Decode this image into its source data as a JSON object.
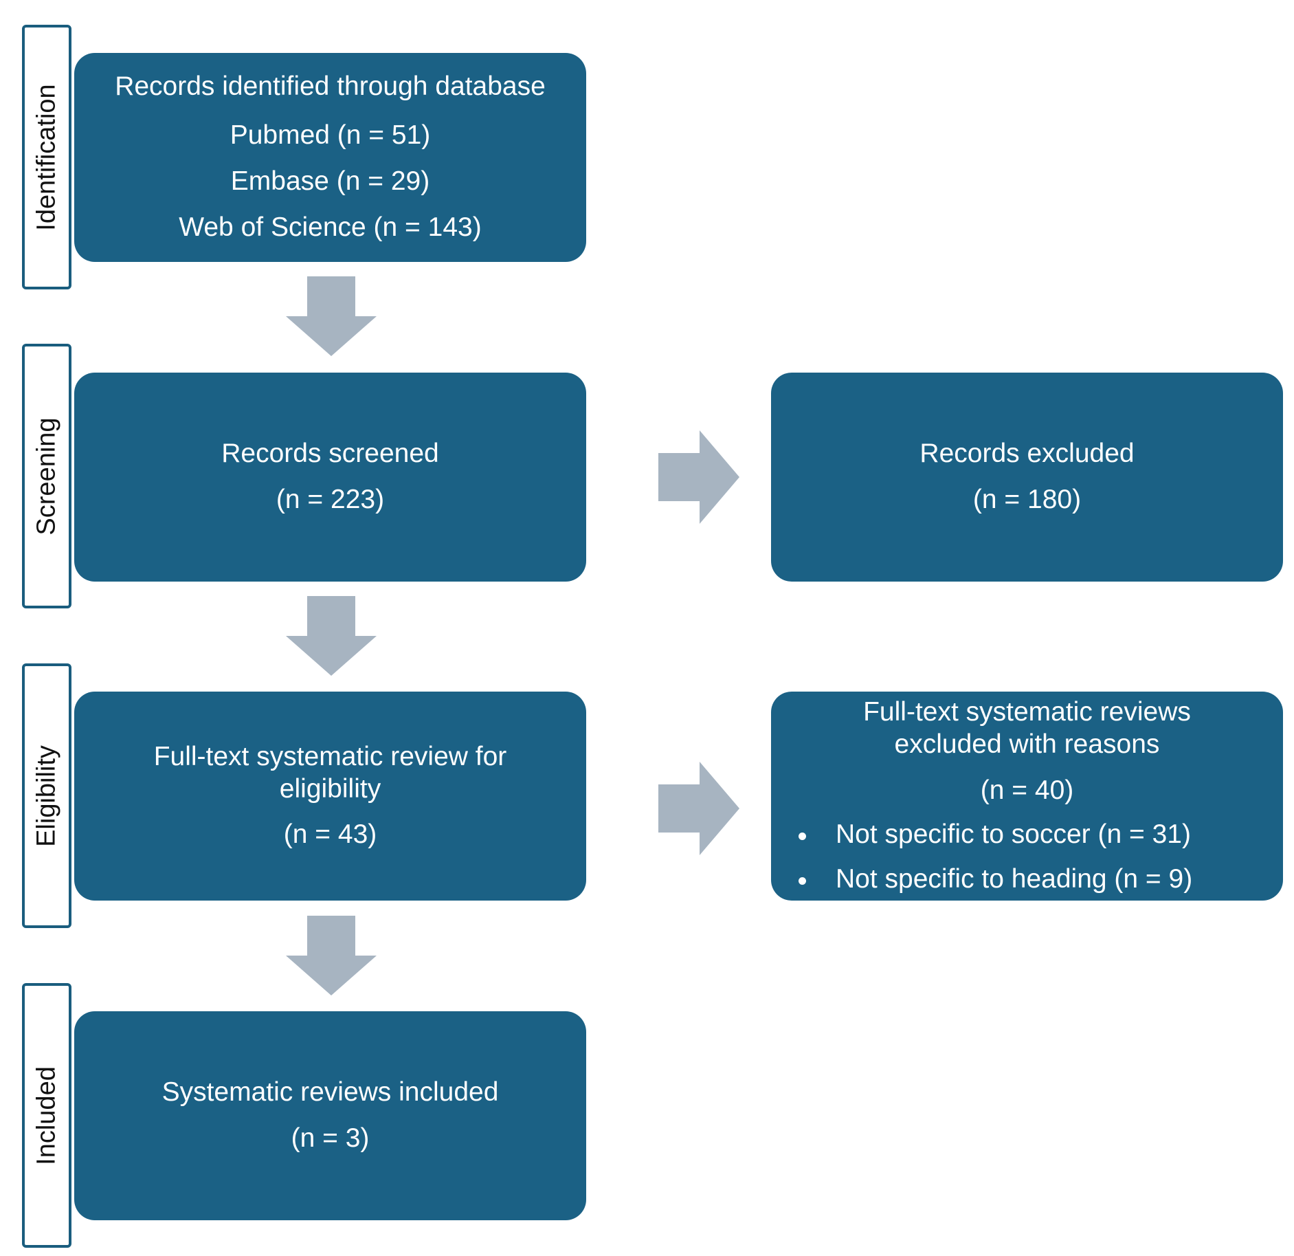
{
  "stages": [
    {
      "label": "Identification"
    },
    {
      "label": "Screening"
    },
    {
      "label": "Eligibility"
    },
    {
      "label": "Included"
    }
  ],
  "boxes": {
    "identified": {
      "title": "Records identified through database",
      "lines": [
        "Pubmed (n = 51)",
        "Embase (n = 29)",
        "Web of Science (n = 143)"
      ]
    },
    "screened": {
      "title": "Records screened",
      "count": "(n = 223)"
    },
    "excluded": {
      "title": "Records excluded",
      "count": "(n = 180)"
    },
    "fulltext": {
      "title_1": "Full-text systematic review for",
      "title_2": "eligibility",
      "count": "(n = 43)"
    },
    "fulltext_excluded": {
      "title_1": "Full-text systematic reviews",
      "title_2": "excluded with reasons",
      "count": "(n = 40)",
      "reasons": [
        "Not specific to soccer (n = 31)",
        "Not specific to heading (n = 9)"
      ]
    },
    "included": {
      "title": "Systematic reviews included",
      "count": "(n = 3)"
    }
  },
  "colors": {
    "box_fill": "#1b6185",
    "tab_border": "#1a5d7e",
    "arrow_fill": "#a7b4c1",
    "box_text": "#ffffff"
  }
}
